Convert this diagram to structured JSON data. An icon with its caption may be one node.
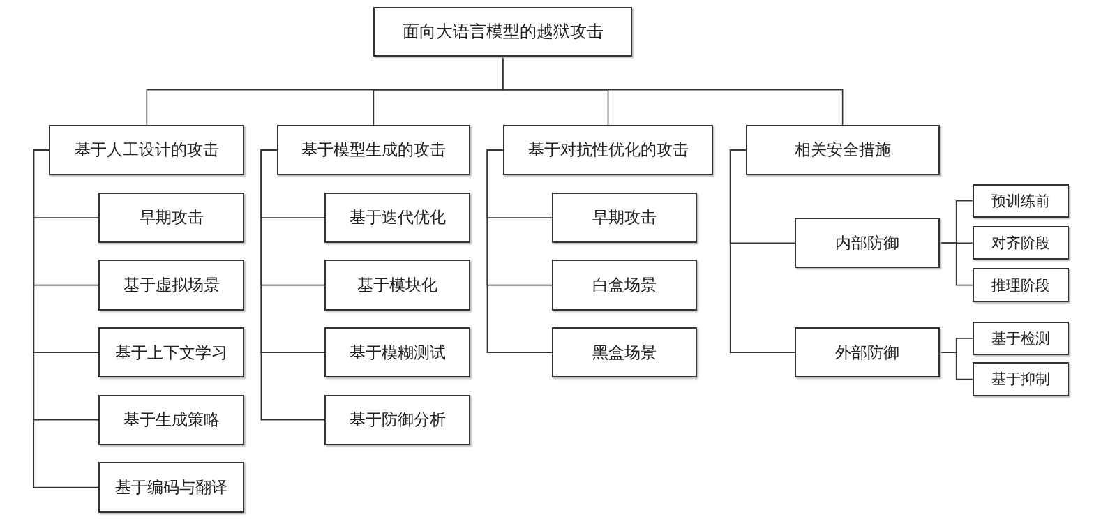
{
  "diagram": {
    "nodes": [
      {
        "text": [
          "面向大语言模型的越狱攻击"
        ]
      },
      {
        "text": [
          "基于人工设计的攻击"
        ]
      },
      {
        "text": [
          "早期攻击"
        ]
      },
      {
        "text": [
          "基于虚拟场景"
        ]
      },
      {
        "text": [
          "基于上下文学习"
        ]
      },
      {
        "text": [
          "基于生成策略"
        ]
      },
      {
        "text": [
          "基于编码与翻译"
        ]
      },
      {
        "text": [
          "基于模型生成的攻击"
        ]
      },
      {
        "text": [
          "基于迭代优化"
        ]
      },
      {
        "text": [
          "基于模块化"
        ]
      },
      {
        "text": [
          "基于模糊测试"
        ]
      },
      {
        "text": [
          "基于防御分析"
        ]
      },
      {
        "text": [
          "基于对抗性优化的攻击"
        ]
      },
      {
        "text": [
          "早期攻击"
        ]
      },
      {
        "text": [
          "白盒场景"
        ]
      },
      {
        "text": [
          "黑盒场景"
        ]
      },
      {
        "text": [
          "相关安全措施"
        ]
      },
      {
        "text": [
          "内部防御"
        ]
      },
      {
        "text": [
          "预训练前"
        ]
      },
      {
        "text": [
          "对齐阶段"
        ]
      },
      {
        "text": [
          "推理阶段"
        ]
      },
      {
        "text": [
          "外部防御"
        ]
      },
      {
        "text": [
          "基于检测"
        ]
      },
      {
        "text": [
          "基于抑制"
        ]
      }
    ],
    "edges": [
      {
        "from": 0,
        "to": 1,
        "arrow": "none"
      },
      {
        "from": 0,
        "to": 7,
        "arrow": "none"
      },
      {
        "from": 0,
        "to": 12,
        "arrow": "none"
      },
      {
        "from": 0,
        "to": 16,
        "arrow": "none"
      },
      {
        "from": 1,
        "to": 2,
        "arrow": "none"
      },
      {
        "from": 1,
        "to": 3,
        "arrow": "none"
      },
      {
        "from": 1,
        "to": 4,
        "arrow": "none"
      },
      {
        "from": 1,
        "to": 5,
        "arrow": "none"
      },
      {
        "from": 1,
        "to": 6,
        "arrow": "none"
      },
      {
        "from": 7,
        "to": 8,
        "arrow": "none"
      },
      {
        "from": 7,
        "to": 9,
        "arrow": "none"
      },
      {
        "from": 7,
        "to": 10,
        "arrow": "none"
      },
      {
        "from": 7,
        "to": 11,
        "arrow": "none"
      },
      {
        "from": 12,
        "to": 13,
        "arrow": "none"
      },
      {
        "from": 12,
        "to": 14,
        "arrow": "none"
      },
      {
        "from": 12,
        "to": 15,
        "arrow": "none"
      },
      {
        "from": 16,
        "to": 17,
        "arrow": "none"
      },
      {
        "from": 16,
        "to": 21,
        "arrow": "none"
      },
      {
        "from": 17,
        "to": 18,
        "arrow": "none"
      },
      {
        "from": 17,
        "to": 19,
        "arrow": "none"
      },
      {
        "from": 17,
        "to": 20,
        "arrow": "none"
      },
      {
        "from": 21,
        "to": 22,
        "arrow": "none"
      },
      {
        "from": 21,
        "to": 23,
        "arrow": "none"
      }
    ]
  }
}
